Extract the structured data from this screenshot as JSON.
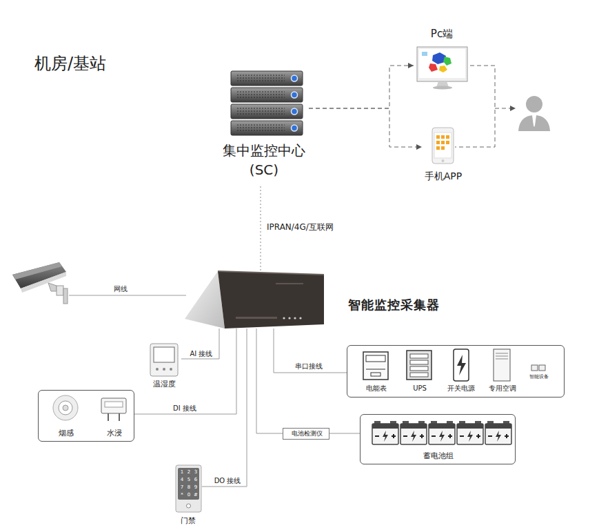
{
  "diagram": {
    "title": "机房/基站",
    "nodes": [
      {
        "text": [
          "集中监控中心 (SC)"
        ]
      },
      {
        "text": [
          "Pc端"
        ]
      },
      {
        "text": [
          "手机APP"
        ]
      },
      {
        "text": [
          "智能监控采集器"
        ]
      },
      {
        "text": [
          "温湿度"
        ]
      },
      {
        "text": [
          "电能表",
          "UPS",
          "开关电源",
          "专用空调",
          "智能设备"
        ]
      },
      {
        "text": [
          "烟感",
          "水浸"
        ]
      },
      {
        "text": [
          "电池检测仪"
        ]
      },
      {
        "text": [
          "蓄电池组"
        ]
      },
      {
        "text": [
          "门禁"
        ]
      }
    ],
    "edges": [
      {
        "from": 0,
        "to": 1,
        "arrow": "to"
      },
      {
        "from": 0,
        "to": 2,
        "arrow": "to"
      },
      {
        "from": 0,
        "to": 3,
        "label": "IPRAN/4G/互联网",
        "arrow": "none"
      },
      {
        "from": 3,
        "to": 4,
        "label": "AI 接线",
        "arrow": "none"
      },
      {
        "from": 3,
        "to": 6,
        "label": "DI 接线",
        "arrow": "none"
      },
      {
        "from": 3,
        "to": 5,
        "label": "串口接线",
        "arrow": "none"
      },
      {
        "from": 3,
        "to": 7,
        "arrow": "none"
      },
      {
        "from": 7,
        "to": 8,
        "arrow": "none"
      },
      {
        "from": 3,
        "to": 9,
        "label": "DO 接线",
        "arrow": "none"
      }
    ],
    "labels": [
      "网线",
      "1",
      "2",
      "3",
      "4",
      "5",
      "6",
      "7",
      "8",
      "9",
      "*",
      "0",
      "#"
    ]
  }
}
